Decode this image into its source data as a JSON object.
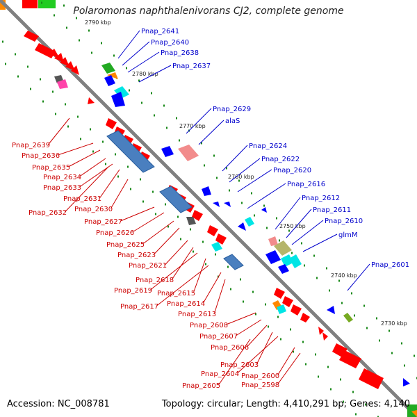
{
  "title": "Polaromonas naphthalenivorans CJ2, complete genome",
  "footer": {
    "accession": "Accession: NC_008781",
    "stats": "Topology: circular; Length: 4,410,291 bp; Genes: 4,140"
  },
  "kbp_ticks": [
    "2790 kbp",
    "2780 kbp",
    "2770 kbp",
    "2760 kbp",
    "2750 kbp",
    "2740 kbp",
    "2730 kbp"
  ],
  "forward_genes": [
    "Pnap_2641",
    "Pnap_2640",
    "Pnap_2638",
    "Pnap_2637",
    "Pnap_2629",
    "alaS",
    "Pnap_2624",
    "Pnap_2622",
    "Pnap_2620",
    "Pnap_2616",
    "Pnap_2612",
    "Pnap_2611",
    "Pnap_2610",
    "glmM",
    "Pnap_2601"
  ],
  "reverse_genes": [
    "Pnap_2639",
    "Pnap_2636",
    "Pnap_2635",
    "Pnap_2634",
    "Pnap_2633",
    "Pnap_2631",
    "Pnap_2630",
    "Pnap_2632",
    "Pnap_2627",
    "Pnap_2626",
    "Pnap_2625",
    "Pnap_2623",
    "Pnap_2621",
    "Pnap_2618",
    "Pnap_2619",
    "Pnap_2615",
    "Pnap_2617",
    "Pnap_2614",
    "Pnap_2613",
    "Pnap_2608",
    "Pnap_2607",
    "Pnap_2606",
    "Pnap_2603",
    "Pnap_2604",
    "Pnap_2600",
    "Pnap_2605",
    "Pnap_2598"
  ],
  "colors": {
    "backbone": "#808080",
    "reverse_gene": "#ff0000",
    "forward_gene": "#0000ff",
    "operon_blue": "#4a7fbf",
    "cyan_gene": "#00e5e5",
    "pink_gene": "#f28c8c",
    "green_gene": "#22aa22",
    "olive_gene": "#b5b56a",
    "magenta_gene": "#ff44aa",
    "gray_gene": "#555555",
    "forward_label": "#0000cc",
    "reverse_label": "#cc0000",
    "tick_dots": "#1a8a1a"
  }
}
